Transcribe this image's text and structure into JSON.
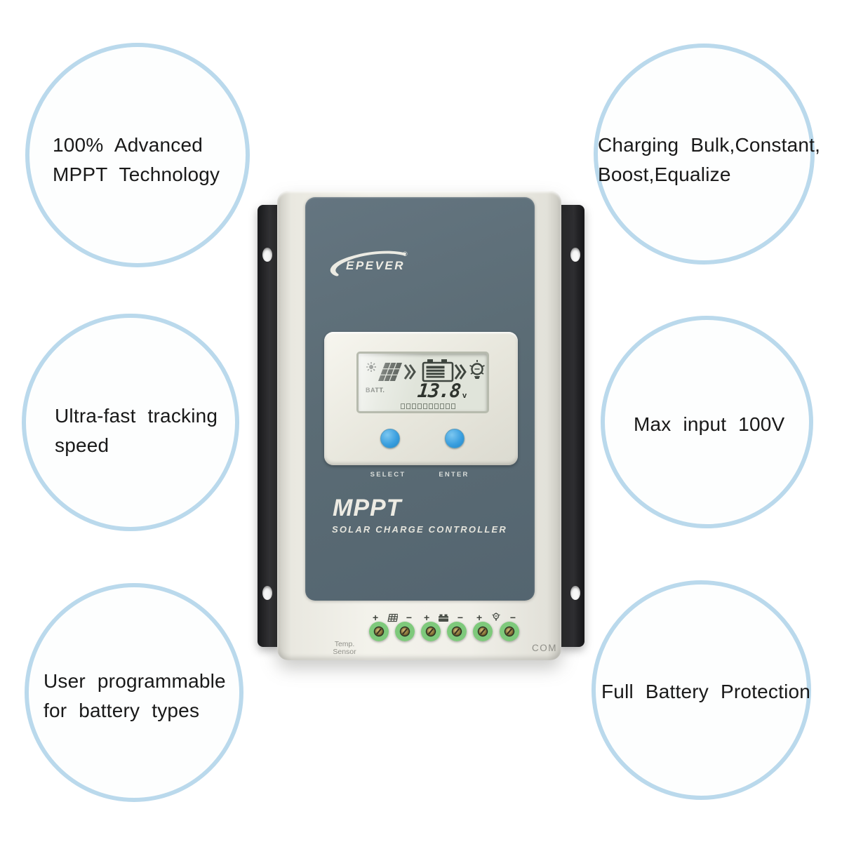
{
  "features": {
    "top_left": {
      "lines": [
        "100% Advanced",
        "MPPT Technology"
      ]
    },
    "top_right": {
      "lines": [
        "Charging Bulk,Constant,",
        "Boost,Equalize"
      ]
    },
    "middle_left": {
      "lines": [
        "Ultra-fast tracking",
        "speed"
      ]
    },
    "middle_right": {
      "lines": [
        "Max input 100V"
      ]
    },
    "bottom_left": {
      "lines": [
        "User programmable",
        "for battery types"
      ]
    },
    "bottom_right": {
      "lines": [
        "Full Battery Protection"
      ]
    }
  },
  "device": {
    "brand": "EPEVER",
    "trademark": "®",
    "lcd": {
      "batt_label": "BATT.",
      "voltage": "13.8",
      "unit": "v"
    },
    "buttons": {
      "select": "SELECT",
      "enter": "ENTER"
    },
    "title": "MPPT",
    "subtitle": "SOLAR CHARGE CONTROLLER",
    "terminals": {
      "plus": "+",
      "minus": "−",
      "temp_line1": "Temp.",
      "temp_line2": "Sensor",
      "com": "COM"
    }
  },
  "colors": {
    "bubble_border": "#bad9ec",
    "panel_slate": "#5b6c75",
    "body_offwhite": "#f0efe8",
    "button_blue": "#3b9fdf",
    "terminal_green": "#7ec97b",
    "bracket_black": "#1c1c1e",
    "lcd_background": "#e0e4da"
  }
}
